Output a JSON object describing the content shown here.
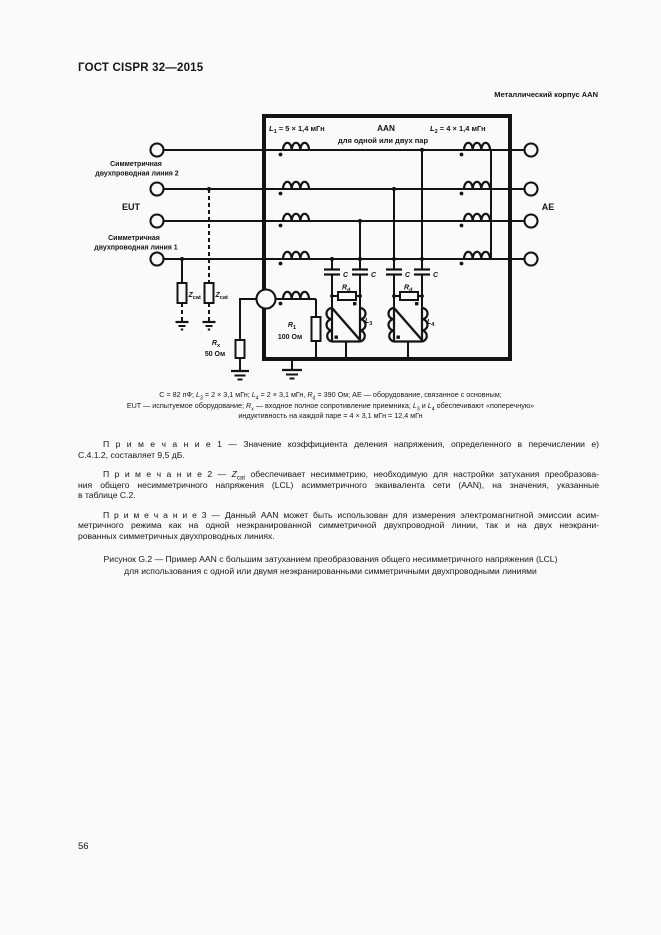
{
  "page": {
    "header": "ГОСТ CISPR 32—2015",
    "page_number": "56"
  },
  "diagram": {
    "labels": {
      "case": "Металлический корпус AAN",
      "aan": "AAN",
      "aan_sub": "для одной или двух пар",
      "l1": {
        "base": "L",
        "sub": "1",
        "rest": " = 5 × 1,4 мГн"
      },
      "l2": {
        "base": "L",
        "sub": "2",
        "rest": " = 4 × 1,4 мГн"
      },
      "l3": {
        "base": "L",
        "sub": "3"
      },
      "l4": {
        "base": "L",
        "sub": "4"
      },
      "r1": {
        "base": "R",
        "sub": "1",
        "value": "100 Ом"
      },
      "rx": {
        "base": "R",
        "sub": "x",
        "value": "50 Ом"
      },
      "rd": {
        "base": "R",
        "sub": "d"
      },
      "zcat": {
        "base": "Z",
        "sub": "cat"
      },
      "c": "C",
      "eut": "EUT",
      "ae": "AE",
      "pair2_line1": "Симметричная",
      "pair2_line2": "двухпроводная линия 2",
      "pair1_line1": "Симметричная",
      "pair1_line2": "двухпроводная линия 1"
    }
  },
  "fig_note": {
    "line1": [
      "C = 82 пФ; ",
      {
        "i": "L"
      },
      {
        "sub": "3"
      },
      " = 2 × 3,1 мГн; ",
      {
        "i": "L"
      },
      {
        "sub": "4"
      },
      " = 2 × 3,1 мГн, ",
      {
        "i": "R"
      },
      {
        "sub": "d"
      },
      " = 390 Ом; АЕ — оборудование, связанное с основным;"
    ],
    "line2": [
      "EUT — испытуемое оборудование; ",
      {
        "i": "R"
      },
      {
        "sub": "x"
      },
      " — входное полное сопротивление приемника; ",
      {
        "i": "L"
      },
      {
        "sub": "3"
      },
      " и ",
      {
        "i": "L"
      },
      {
        "sub": "4"
      },
      " обеспечивают «поперечную»"
    ],
    "line3": "индуктивность на каждой паре = 4 × 3,1 мГн = 12,4 мГн"
  },
  "notes": {
    "n1_line1": "П р и м е ч а н и е   1 — Значение коэффициента деления напряжения, определенного в перечислении е)",
    "n1_line2": "С.4.1.2, составляет 9,5 дБ.",
    "n2_line1": [
      "П р и м е ч а н и е   2 — ",
      {
        "i": "Z"
      },
      {
        "sub": "cat"
      },
      " обеспечивает несимметрию, необходимую для настройки затухания преобразова-"
    ],
    "n2_line2": "ния общего несимметричного напряжения (LCL) асимметричного эквивалента сети (AAN), на значения, указанные",
    "n2_line3": "в таблице С.2.",
    "n3_line1": "П р и м е ч а н и е   3 — Данный AAN может быть использован для измерения электромагнитной эмиссии асим-",
    "n3_line2": "метричного режима как на одной неэкранированной симметричной двухпроводной линии, так и на двух неэкрани-",
    "n3_line3": "рованных симметричных двухпроводных линиях."
  },
  "figure_caption": {
    "line1": "Рисунок G.2 — Пример AAN с большим затуханием преобразования общего несимметричного напряжения (LCL)",
    "line2": "для использования с одной или двумя неэкранированными симметричными двухпроводными линиями"
  }
}
